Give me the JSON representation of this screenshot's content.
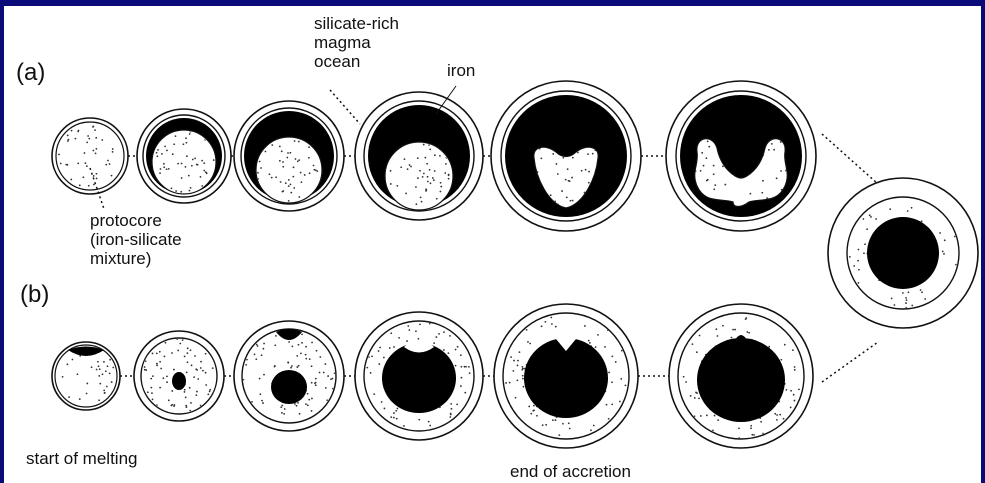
{
  "labels": {
    "panel_a": "(a)",
    "panel_b": "(b)",
    "silicate_lines": [
      "silicate-rich",
      "magma",
      "ocean"
    ],
    "iron": "iron",
    "protocore_lines": [
      "protocore",
      "(iron-silicate",
      "mixture)"
    ],
    "start_melting": "start of melting",
    "end_accretion": "end of  accretion"
  },
  "colors": {
    "background": "#0a0a78",
    "panel": "#ffffff",
    "iron": "#000000",
    "outline": "#111111",
    "speckle": "#333333"
  }
}
